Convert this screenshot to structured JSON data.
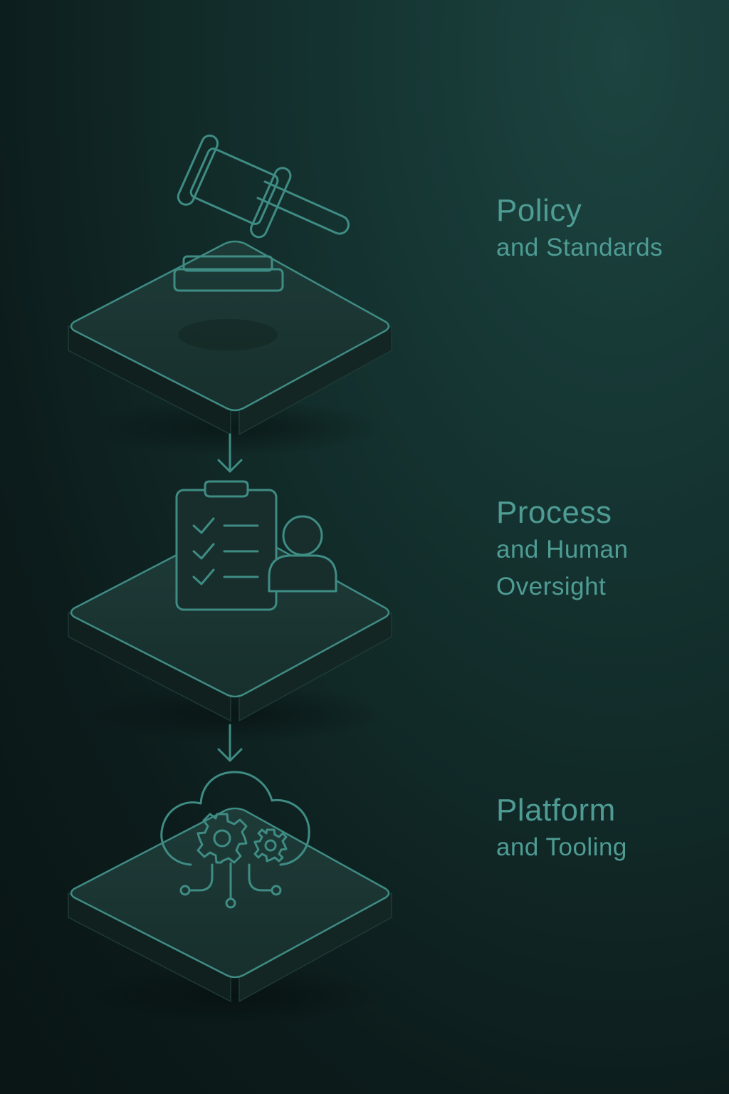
{
  "layers": [
    {
      "id": "policy",
      "icon": "gavel-icon",
      "title": "Policy",
      "subtitle": [
        "and Standards"
      ]
    },
    {
      "id": "process",
      "icon": "clipboard-checklist-person-icon",
      "title": "Process",
      "subtitle": [
        "and Human",
        "Oversight"
      ]
    },
    {
      "id": "platform",
      "icon": "cloud-gears-network-icon",
      "title": "Platform",
      "subtitle": [
        "and Tooling"
      ]
    }
  ],
  "colors": {
    "background_top": "#1d4440",
    "background_bottom": "#0a1515",
    "line_accent": "#3f8c84",
    "text_accent": "#4e9c94",
    "platform_top": "#1b3633",
    "platform_side": "#112220"
  }
}
